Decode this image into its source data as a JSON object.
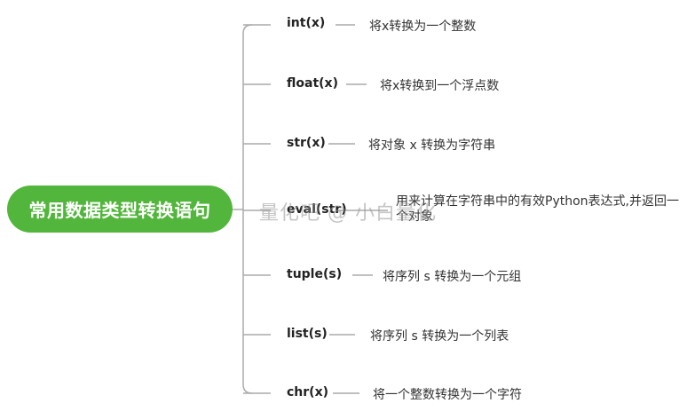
{
  "root": {
    "label": "常用数据类型转换语句",
    "color": "#52b63c"
  },
  "branches": [
    {
      "func": "int(x)",
      "desc": "将x转换为一个整数"
    },
    {
      "func": "float(x)",
      "desc": "将x转换到一个浮点数"
    },
    {
      "func": "str(x)",
      "desc": "将对象 x 转换为字符串"
    },
    {
      "func": "eval(str)",
      "desc": "用来计算在字符串中的有效Python表达式,并返回一个对象"
    },
    {
      "func": "tuple(s)",
      "desc": "将序列 s 转换为一个元组"
    },
    {
      "func": "list(s)",
      "desc": "将序列 s 转换为一个列表"
    },
    {
      "func": "chr(x)",
      "desc": "将一个整数转换为一个字符"
    }
  ],
  "watermark": "量化吧 @ 小白量化"
}
